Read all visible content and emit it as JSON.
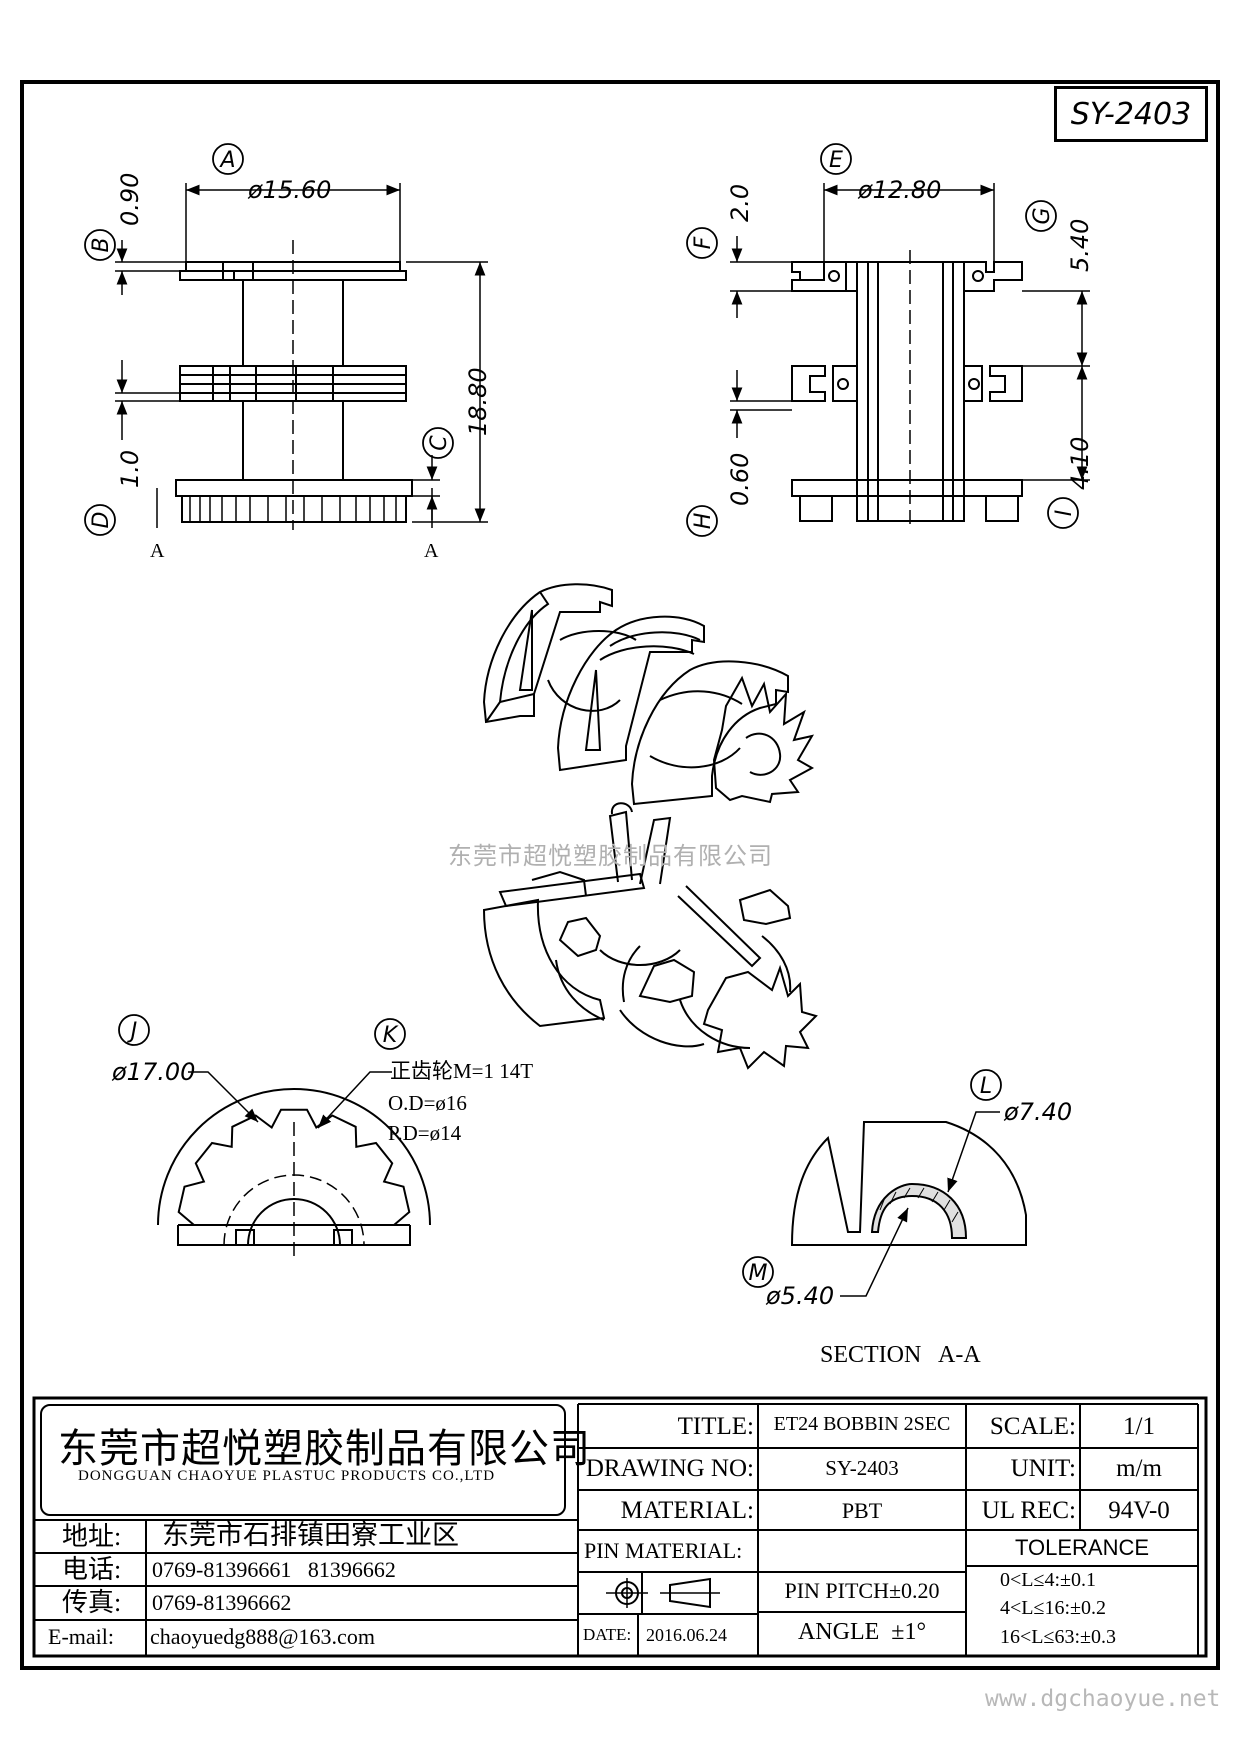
{
  "drawing_number": "SY-2403",
  "callouts": {
    "A": "A",
    "B": "B",
    "C": "C",
    "D": "D",
    "E": "E",
    "F": "F",
    "G": "G",
    "H": "H",
    "I": "I",
    "J": "J",
    "K": "K",
    "L": "L",
    "M": "M"
  },
  "dimensions": {
    "a_dia": "ø15.60",
    "b_thk": "0.90",
    "c_height": "18.80",
    "d_thk": "1.0",
    "e_dia": "ø12.80",
    "f_len": "2.0",
    "g_len": "5.40",
    "h_len": "0.60",
    "i_len": "4.10",
    "j_dia": "ø17.00",
    "l_dia": "ø7.40",
    "m_dia": "ø5.40"
  },
  "gear_note": [
    "正齿轮M=1 14T",
    "O.D=ø16",
    "P.D=ø14"
  ],
  "section_markers": [
    "A",
    "A"
  ],
  "section_label": "SECTION   A-A",
  "watermark": "东莞市超悦塑胶制品有限公司",
  "title_block": {
    "company_cn": "东莞市超悦塑胶制品有限公司",
    "company_en": "DONGGUAN CHAOYUE PLASTUC PRODUCTS CO.,LTD",
    "address_label": "地址:",
    "address": "东莞市石排镇田寮工业区",
    "phone_label": "电话:",
    "phone": "0769-81396661   81396662",
    "fax_label": "传真:",
    "fax": "0769-81396662",
    "email_label": "E-mail:",
    "email": "chaoyuedg888@163.com",
    "title_label": "TITLE:",
    "title": "ET24 BOBBIN 2SEC",
    "drawing_no_label": "DRAWING NO:",
    "drawing_no": "SY-2403",
    "material_label": "MATERIAL:",
    "material": "PBT",
    "pin_material_label": "PIN MATERIAL:",
    "pin_material": "",
    "date_label": "DATE:",
    "date": "2016.06.24",
    "scale_label": "SCALE:",
    "scale": "1/1",
    "unit_label": "UNIT:",
    "unit": "m/m",
    "ul_label": "UL REC:",
    "ul": "94V-0",
    "tolerance_label": "TOLERANCE",
    "tol_1": "0<L≤4:±0.1",
    "tol_2": "4<L≤16:±0.2",
    "tol_3": "16<L≤63:±0.3",
    "pin_pitch": "PIN PITCH±0.20",
    "angle": "ANGLE  ±1°"
  },
  "website": "www.dgchaoyue.net"
}
